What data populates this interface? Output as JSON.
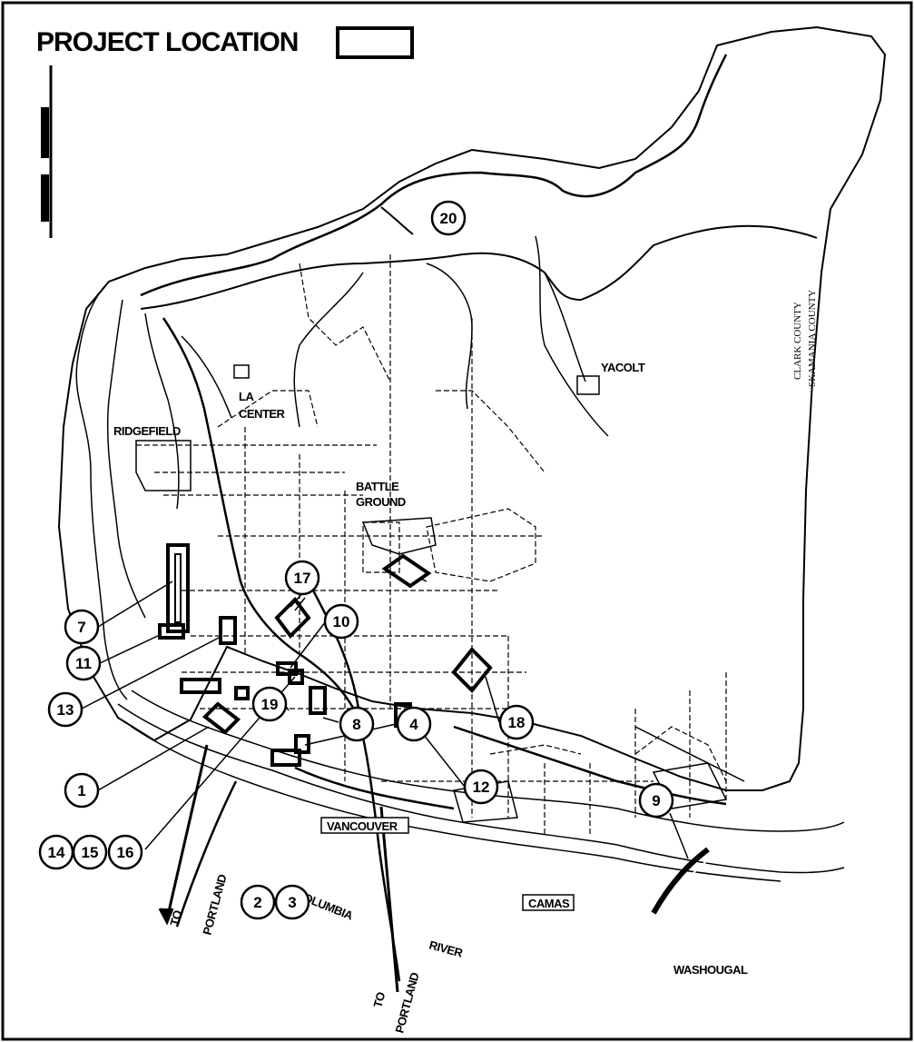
{
  "map": {
    "title": "PROJECT LOCATION",
    "towns": {
      "ridgefield": "RIDGEFIELD",
      "la": "LA",
      "center": "CENTER",
      "battle": "BATTLE",
      "ground": "GROUND",
      "yacolt": "YACOLT",
      "vancouver": "VANCOUVER",
      "camas": "CAMAS",
      "washougal": "WASHOUGAL"
    },
    "water": {
      "columbia": "COLUMBIA",
      "river": "RIVER"
    },
    "to": "TO",
    "portland": "PORTLAND",
    "county_line": {
      "upper": "CLARK COUNTY",
      "lower": "SKAMANIA COUNTY"
    },
    "project_ids": [
      "1",
      "2",
      "3",
      "4",
      "7",
      "8",
      "9",
      "10",
      "11",
      "12",
      "13",
      "14",
      "15",
      "16",
      "17",
      "18",
      "19",
      "20"
    ]
  }
}
